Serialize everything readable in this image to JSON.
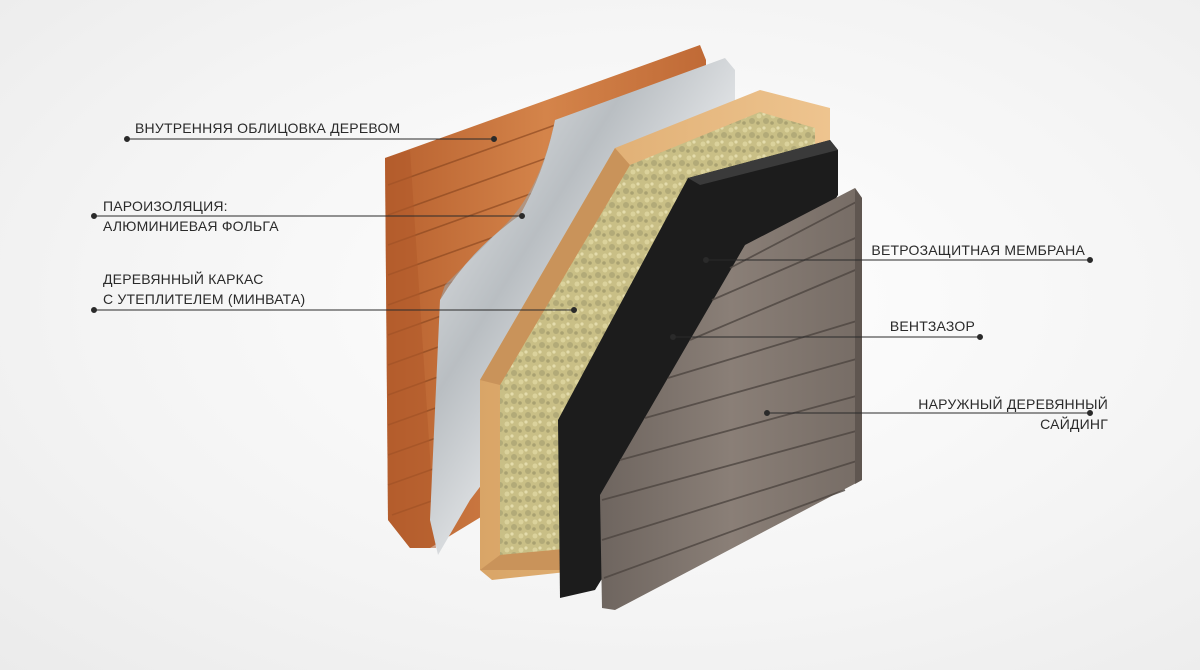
{
  "labels": {
    "inner_lining": "ВНУТРЕННЯЯ ОБЛИЦОВКА ДЕРЕВОМ",
    "vapor_barrier_line1": "ПАРОИЗОЛЯЦИЯ:",
    "vapor_barrier_line2": "АЛЮМИНИЕВАЯ ФОЛЬГА",
    "frame_line1": "ДЕРЕВЯННЫЙ КАРКАС",
    "frame_line2": "С УТЕПЛИТЕЛЕМ (МИНВАТА)",
    "wind_membrane": "ВЕТРОЗАЩИТНАЯ МЕМБРАНА",
    "vent_gap": "ВЕНТЗАЗОР",
    "siding_line1": "НАРУЖНЫЙ ДЕРЕВЯННЫЙ",
    "siding_line2": "САЙДИНГ"
  },
  "colors": {
    "inner_wood": "#c9733f",
    "foil": "#cfd3d6",
    "frame_wood": "#e2b47a",
    "insulation": "#c4bb82",
    "membrane": "#1c1c1c",
    "siding": "#7d736c",
    "leader": "#2a2a2a"
  }
}
